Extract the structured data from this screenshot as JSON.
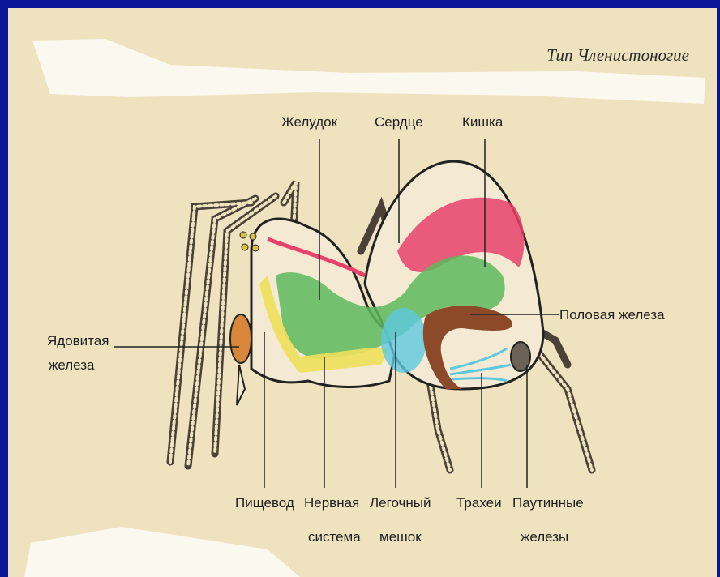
{
  "heading": "Тип Членистоногие",
  "labels": {
    "stomach": "Желудок",
    "heart": "Сердце",
    "intestine": "Кишка",
    "gonad": "Половая железа",
    "venom_gland_1": "Ядовитая",
    "venom_gland_2": "железа",
    "esophagus": "Пищевод",
    "nervous_1": "Нервная",
    "nervous_2": "система",
    "lung_1": "Легочный",
    "lung_2": "мешок",
    "tracheae": "Трахеи",
    "spinning_1": "Паутинные",
    "spinning_2": "железы"
  },
  "colors": {
    "frame": "#0a1696",
    "paper": "#efe2bf",
    "heart": "#e8416a",
    "gut": "#5cb85c",
    "nerve": "#eee05a",
    "lung": "#5ec8e0",
    "gonad": "#8c4a2a"
  }
}
